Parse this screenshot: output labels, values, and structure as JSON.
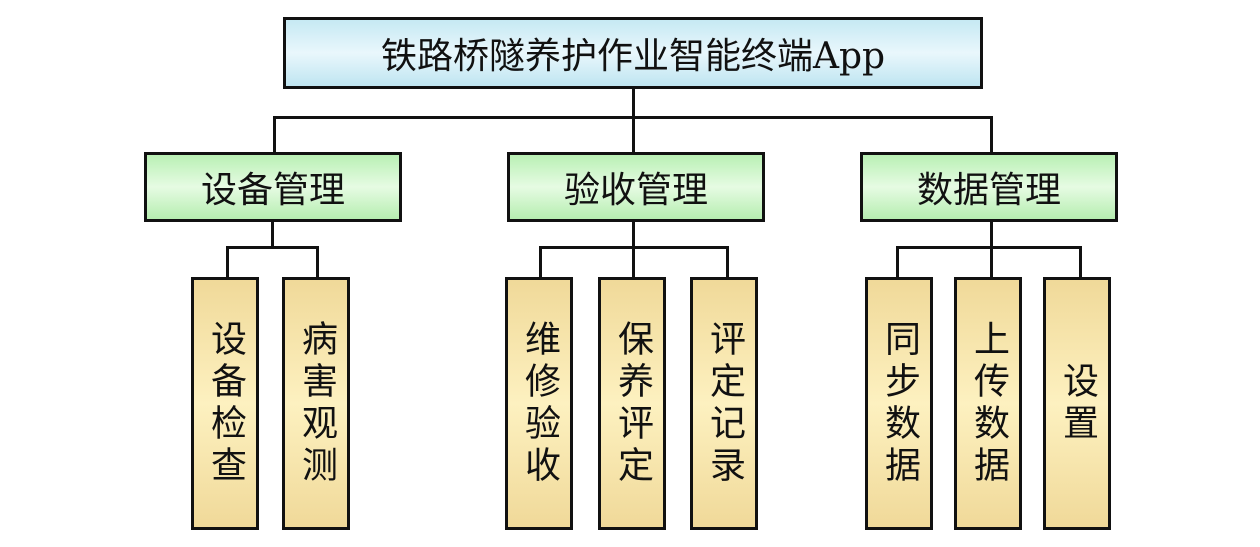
{
  "root": {
    "label": "铁路桥隧养护作业智能终端App"
  },
  "colors": {
    "root_fill": "#d6f0f8",
    "category_fill": "#d0f6cc",
    "leaf_fill": "#f7e6ad",
    "stroke": "#111111"
  },
  "categories": [
    {
      "label": "设备管理",
      "children": [
        {
          "label": "设备检查"
        },
        {
          "label": "病害观测"
        }
      ]
    },
    {
      "label": "验收管理",
      "children": [
        {
          "label": "维修验收"
        },
        {
          "label": "保养评定"
        },
        {
          "label": "评定记录"
        }
      ]
    },
    {
      "label": "数据管理",
      "children": [
        {
          "label": "同步数据"
        },
        {
          "label": "上传数据"
        },
        {
          "label": "设置"
        }
      ]
    }
  ]
}
